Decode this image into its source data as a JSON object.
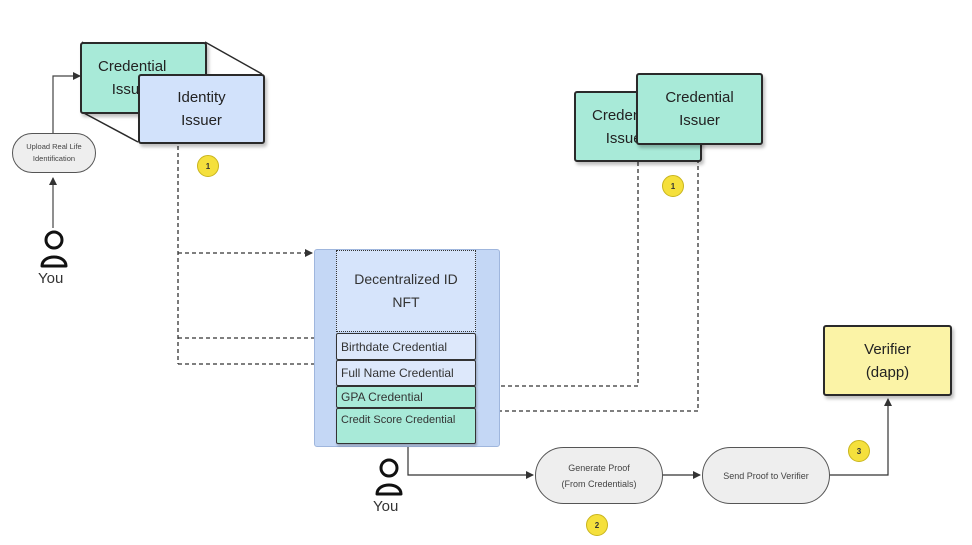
{
  "you_top": {
    "label": "You"
  },
  "you_bottom": {
    "label": "You"
  },
  "upload": {
    "label": "Upload Real Life\nIdentification"
  },
  "identity_issuer": {
    "back_label": "Credential\nIssuer",
    "front_label": "Identity\nIssuer"
  },
  "credential_issuer": {
    "back_label": "Credential\nIssuer",
    "front_label": "Credential\nIssuer"
  },
  "did": {
    "nft_label": "Decentralized ID\nNFT",
    "credentials": [
      "Birthdate Credential",
      "Full Name Credential",
      "GPA Credential",
      "Credit Score Credential"
    ]
  },
  "flow": {
    "generate_proof": "Generate Proof\n(From Credentials)",
    "send_proof": "Send Proof to Verifier"
  },
  "verifier": {
    "label": "Verifier\n(dapp)"
  },
  "badges": {
    "one_a": "1",
    "one_b": "1",
    "two": "2",
    "three": "3"
  },
  "colors": {
    "teal": "#a8ead8",
    "blue": "#d2e2fb",
    "yellow": "#fbf3a6",
    "panel": "#c4d7f5",
    "badge": "#f5e03c"
  }
}
